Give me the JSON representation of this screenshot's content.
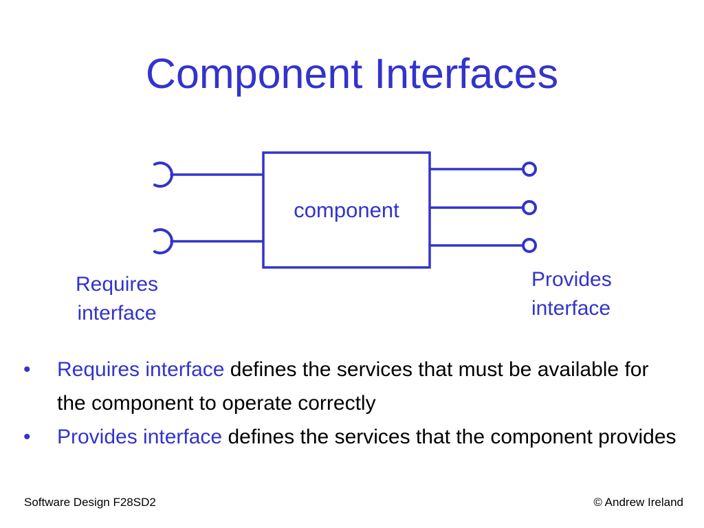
{
  "slide_title": "Component Interfaces",
  "diagram": {
    "component_label": "component",
    "requires_label": "Requires interface",
    "provides_label": "Provides interface"
  },
  "bullets": [
    {
      "marker": "•",
      "lead": "Requires interface",
      "rest": " defines the services that must be available for the component to operate correctly"
    },
    {
      "marker": "•",
      "lead": "Provides interface",
      "rest": " defines the services that the component provides"
    }
  ],
  "footer": {
    "left": "Software Design F28SD2",
    "right": "© Andrew Ireland"
  },
  "colors": {
    "accent": "#3333cc",
    "body_text": "#000000",
    "background": "#ffffff"
  }
}
